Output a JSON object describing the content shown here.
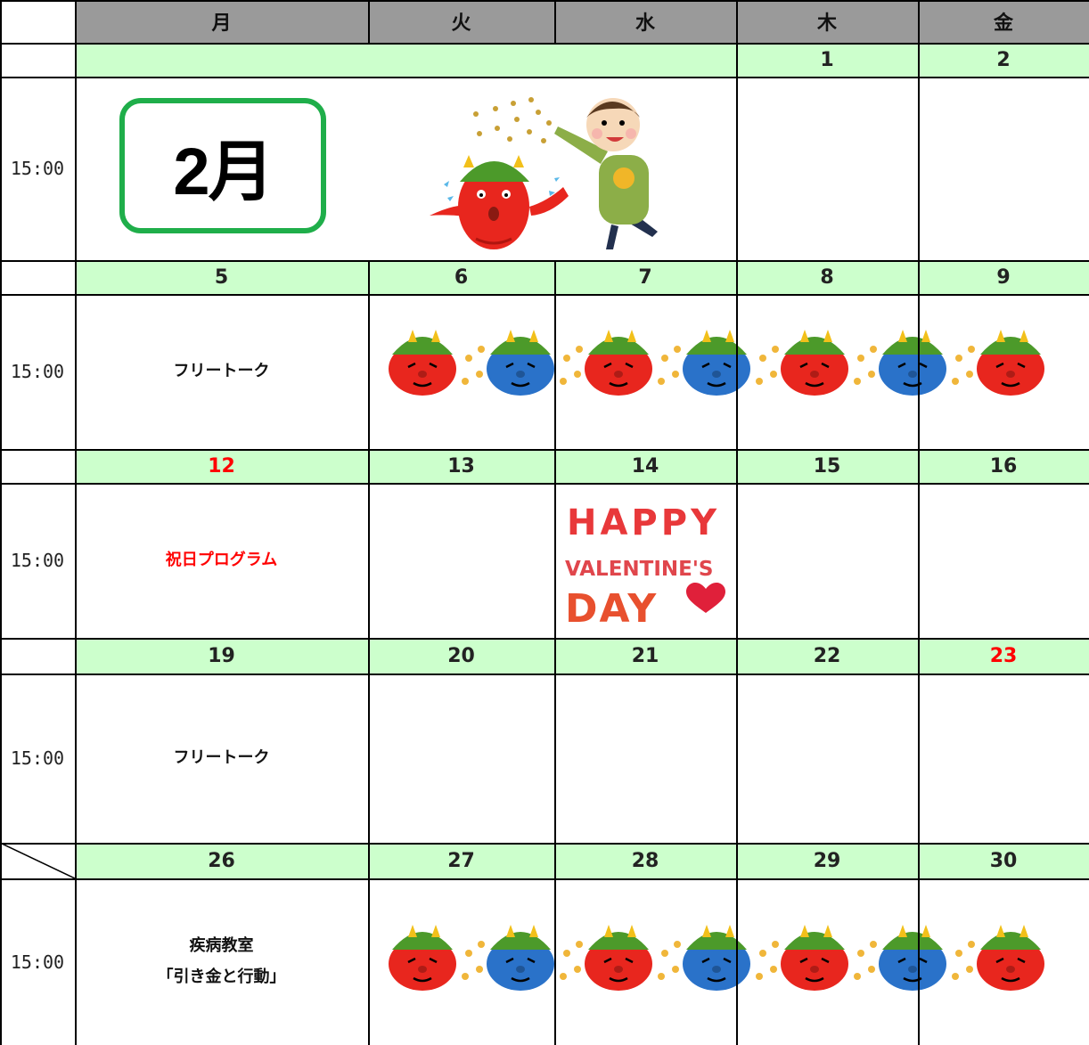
{
  "weekdays": [
    "月",
    "火",
    "水",
    "木",
    "金"
  ],
  "month_badge": "2月",
  "weeks": [
    {
      "dates": [
        "",
        "",
        "",
        "1",
        "2"
      ],
      "time": "15:00",
      "event": "",
      "date_colors": [
        "#222222",
        "#222222",
        "#222222",
        "#222222",
        "#222222"
      ]
    },
    {
      "dates": [
        "5",
        "6",
        "7",
        "8",
        "9"
      ],
      "time": "15:00",
      "event": "フリートーク",
      "date_colors": [
        "#222222",
        "#222222",
        "#222222",
        "#222222",
        "#222222"
      ]
    },
    {
      "dates": [
        "12",
        "13",
        "14",
        "15",
        "16"
      ],
      "time": "15:00",
      "event": "祝日プログラム",
      "date_colors": [
        "#ff0000",
        "#222222",
        "#222222",
        "#222222",
        "#222222"
      ]
    },
    {
      "dates": [
        "19",
        "20",
        "21",
        "22",
        "23"
      ],
      "time": "15:00",
      "event": "フリートーク",
      "date_colors": [
        "#222222",
        "#222222",
        "#222222",
        "#222222",
        "#ff0000"
      ]
    },
    {
      "dates": [
        "26",
        "27",
        "28",
        "29",
        "30"
      ],
      "time": "15:00",
      "event_line1": "疾病教室",
      "event_line2": "「引き金と行動」",
      "date_colors": [
        "#222222",
        "#222222",
        "#222222",
        "#222222",
        "#222222"
      ]
    }
  ],
  "valentine": {
    "line1": "HAPPY",
    "line2": "VALENTINE'S",
    "line3": "DAY"
  },
  "colors": {
    "header_bg": "#9a9a9a",
    "date_row_bg": "#ccffcc",
    "badge_border": "#1fae4a",
    "holiday": "#ff0000",
    "oni_red": "#e8261e",
    "oni_blue": "#2a72c9"
  },
  "illustrations": [
    "setsubun-bean-throwing",
    "red-oni",
    "blue-oni"
  ]
}
